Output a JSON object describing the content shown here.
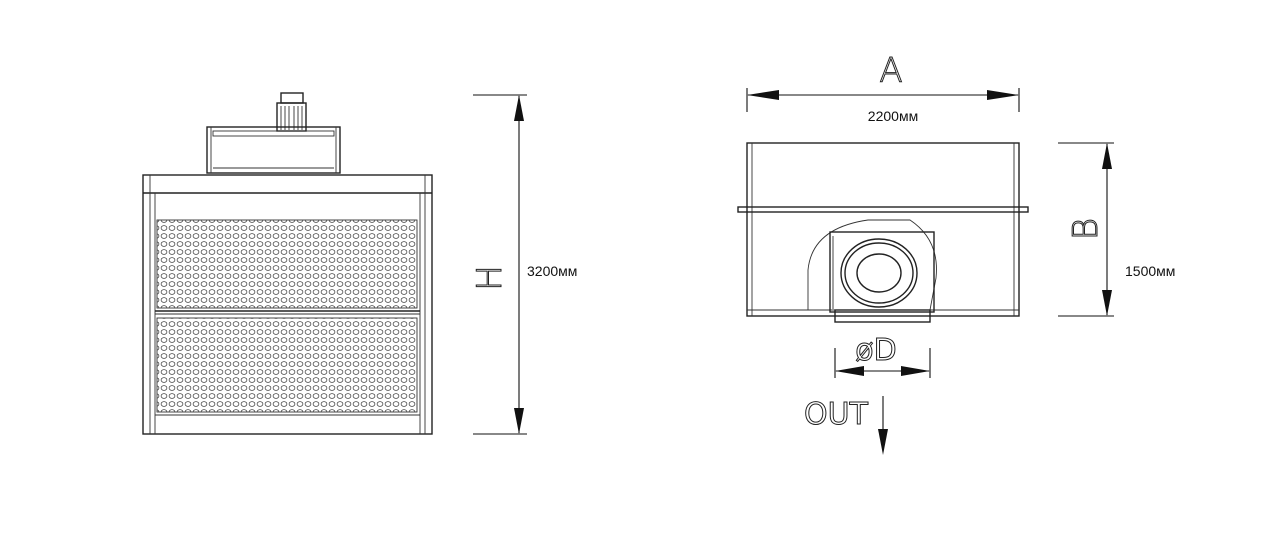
{
  "front_view": {
    "height_letter": "H",
    "height_value": "3200мм"
  },
  "top_view": {
    "width_letter": "A",
    "width_value": "2200мм",
    "depth_letter": "B",
    "depth_value": "1500мм",
    "duct_label": "øD",
    "outlet_label": "OUT"
  }
}
